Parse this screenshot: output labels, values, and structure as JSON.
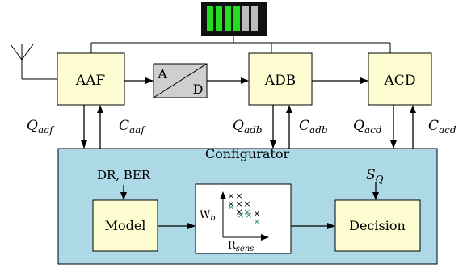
{
  "colors": {
    "block_fill": "#fefdd1",
    "configurator_fill": "#add8e6",
    "adc_fill": "#cfcfcf",
    "battery_bar_on": "#22dd22",
    "battery_bar_off": "#bbbbbb",
    "battery_body": "#111111",
    "marker_black": "#000000",
    "marker_teal": "#2e8b7a"
  },
  "battery": {
    "level_bars": 4,
    "total_bars": 6
  },
  "blocks": {
    "aaf": "AAF",
    "adc_top": "A",
    "adc_bottom": "D",
    "adb": "ADB",
    "acd": "ACD",
    "model": "Model",
    "decision": "Decision"
  },
  "signals": {
    "q_aaf": {
      "main": "Q",
      "sub": "aaf"
    },
    "c_aaf": {
      "main": "C",
      "sub": "aaf"
    },
    "q_adb": {
      "main": "Q",
      "sub": "adb"
    },
    "c_adb": {
      "main": "C",
      "sub": "adb"
    },
    "q_acd": {
      "main": "Q",
      "sub": "acd"
    },
    "c_acd": {
      "main": "C",
      "sub": "acd"
    },
    "s_q": {
      "main": "S",
      "sub": "Q"
    }
  },
  "configurator": {
    "title": "Configurator",
    "inputs": "DR, BER"
  },
  "tradeoff_plot": {
    "y_label_main": "W",
    "y_label_sub": "b",
    "x_label_main": "R",
    "x_label_sub": "sens"
  }
}
